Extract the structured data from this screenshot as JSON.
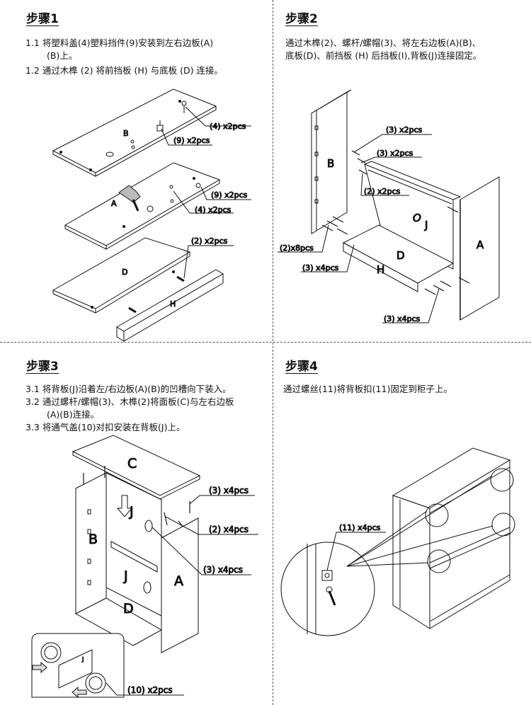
{
  "steps": [
    {
      "title": "步骤1",
      "lines": [
        "1.1 将塑料盖(4)塑料挡件(9)安装到左右边板(A)",
        "(B)上。",
        "1.2 通过木榫 (2) 将前挡板 (H) 与底板 (D) 连接。"
      ],
      "figure": {
        "callouts": [
          "(4)  x2pcs",
          "(9)  x2pcs",
          "(9)  x2pcs",
          "(4)  x2pcs",
          "(2)  x2pcs"
        ],
        "part_labels": [
          "B",
          "A",
          "D",
          "H"
        ]
      }
    },
    {
      "title": "步骤2",
      "lines": [
        "通过木榫(2)、螺杆/螺帽(3)、将左右边板(A)(B)、",
        "底板(D)、前挡板 (H) 后挡板(I),背板(J)连接固定。"
      ],
      "figure": {
        "callouts": [
          "(3)  x2pcs",
          "(3)  x2pcs",
          "(2)  x2pcs",
          "(2)x8pcs",
          "(3)  x4pcs",
          "(3)  x4pcs"
        ],
        "part_labels": [
          "B",
          "J",
          "A",
          "D",
          "H",
          "O"
        ]
      }
    },
    {
      "title": "步骤3",
      "lines": [
        "3.1 将背板(J)沿着左/右边板(A)(B)的凹槽向下装入。",
        "3.2 通过螺杆/螺帽(3)、木榫(2)将面板(C)与左右边板",
        "(A)(B)连接。",
        "3.3 将通气盖(10)对扣安装在背板(J)上。"
      ],
      "figure": {
        "callouts": [
          "(3)   x4pcs",
          "(2)   x4pcs",
          "(3)   x4pcs",
          "(10)  x2pcs"
        ],
        "part_labels": [
          "C",
          "J",
          "B",
          "A",
          "J",
          "D",
          "J"
        ]
      }
    },
    {
      "title": "步骤4",
      "lines": [
        "通过螺丝(11)将背板扣(11)固定到柜子上。"
      ],
      "figure": {
        "callouts": [
          "(11)  x4pcs"
        ],
        "part_labels": []
      }
    }
  ]
}
